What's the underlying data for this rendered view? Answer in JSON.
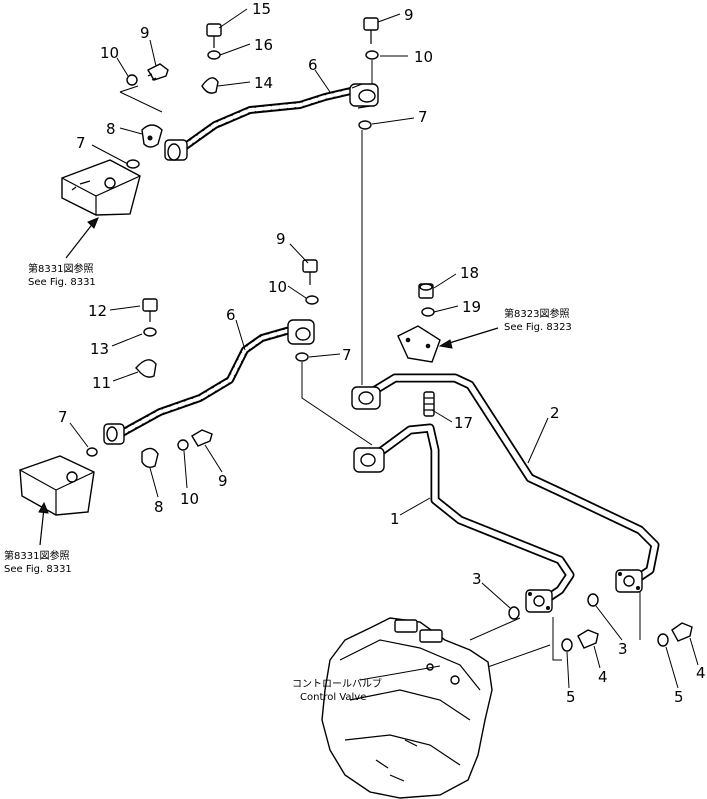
{
  "callouts": {
    "c15": "15",
    "c16": "16",
    "c14": "14",
    "c9a": "9",
    "c10a": "10",
    "c8a": "8",
    "c7a": "7",
    "c6a": "6",
    "c9b": "9",
    "c10b": "10",
    "c7b": "7",
    "c9c": "9",
    "c10c": "10",
    "c12": "12",
    "c13": "13",
    "c11": "11",
    "c6b": "6",
    "c7c": "7",
    "c18": "18",
    "c19": "19",
    "c17": "17",
    "c2": "2",
    "c1": "1",
    "c7d": "7",
    "c8b": "8",
    "c10d": "10",
    "c9d": "9",
    "c3a": "3",
    "c3b": "3",
    "c4a": "4",
    "c5a": "5",
    "c4b": "4",
    "c5b": "5"
  },
  "notes": {
    "fig8331_top_jp": "第8331図参照",
    "fig8331_top_en": "See Fig. 8331",
    "fig8323_jp": "第8323図参照",
    "fig8323_en": "See Fig. 8323",
    "fig8331_bottom_jp": "第8331図参照",
    "fig8331_bottom_en": "See Fig. 8331",
    "control_valve_jp": "コントロールバルブ",
    "control_valve_en": "Control Valve"
  }
}
